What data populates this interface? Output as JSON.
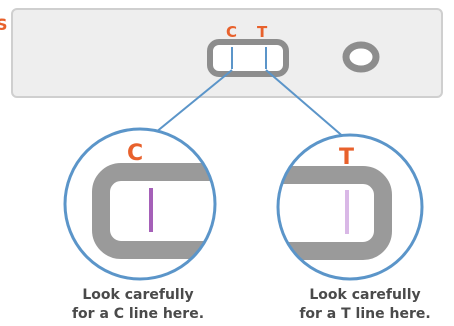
{
  "strip": {
    "edge_mark": "S",
    "window_c_label": "C",
    "window_t_label": "T"
  },
  "zoom_c": {
    "label": "C",
    "caption_line1": "Look carefully",
    "caption_line2": "for a C line here."
  },
  "zoom_t": {
    "label": "T",
    "caption_line1": "Look carefully",
    "caption_line2": "for a T line here."
  },
  "colors": {
    "accent": "#e8612c",
    "strip_fill": "#eeeeee",
    "frame_gray": "#8d8d8d",
    "connector_blue": "#5b95c9",
    "c_line": "#a560b8",
    "t_line": "#d9b8e6",
    "caption_text": "#4a4a4a"
  }
}
